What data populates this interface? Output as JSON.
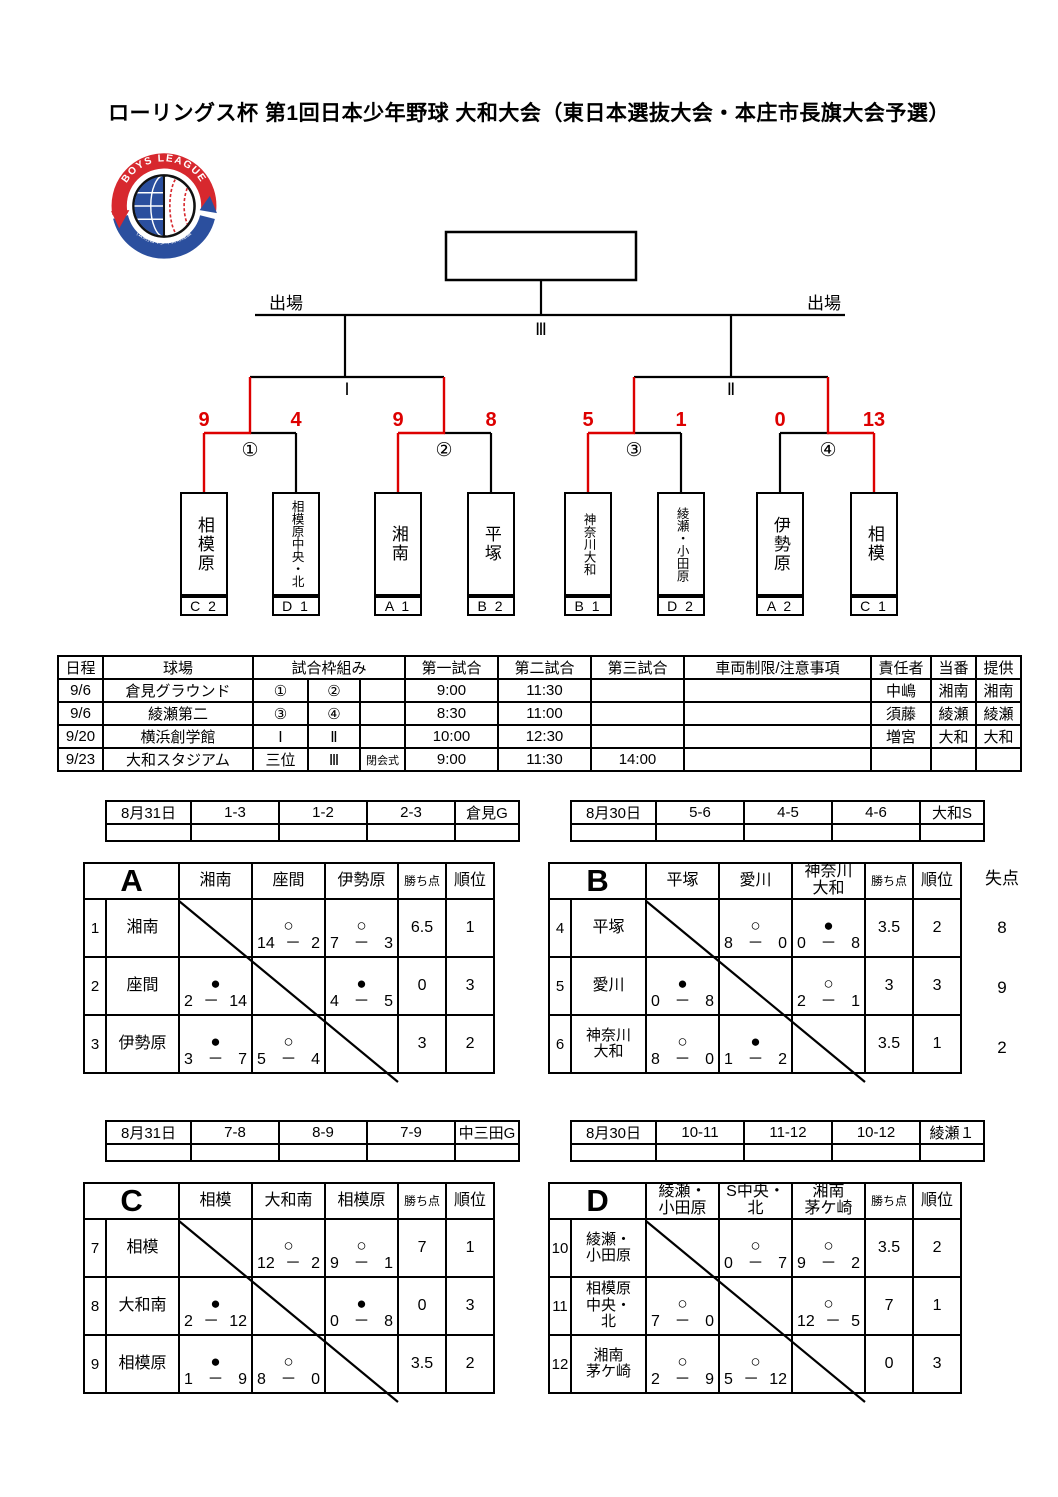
{
  "title": "ローリングス杯 第1回日本少年野球 大和大会（東日本選抜大会・本庄市長旗大会予選）",
  "logo": {
    "top_text": "BOYS LEAGUE",
    "bottom_text": "(公財)日本少年野球連盟"
  },
  "colors": {
    "winner_red": "#dd0000",
    "logo_red": "#d7282e",
    "logo_blue": "#2b4f9e"
  },
  "score_dash": "－",
  "bracket": {
    "entry_left": "出場",
    "entry_right": "出場",
    "final_label": "Ⅲ",
    "semi_left_label": "Ⅰ",
    "semi_right_label": "Ⅱ",
    "matches": [
      {
        "label": "①",
        "left_score": "9",
        "right_score": "4",
        "winner": "left"
      },
      {
        "label": "②",
        "left_score": "9",
        "right_score": "8",
        "winner": "left"
      },
      {
        "label": "③",
        "left_score": "5",
        "right_score": "1",
        "winner": "left"
      },
      {
        "label": "④",
        "left_score": "0",
        "right_score": "13",
        "winner": "right"
      }
    ],
    "teams": [
      {
        "name": "相模原",
        "seed": "C 2"
      },
      {
        "name": "相模原中央・北",
        "seed": "D 1"
      },
      {
        "name": "湘南",
        "seed": "A 1"
      },
      {
        "name": "平塚",
        "seed": "B 2"
      },
      {
        "name": "神奈川大和",
        "seed": "B 1"
      },
      {
        "name": "綾瀬・小田原",
        "seed": "D 2"
      },
      {
        "name": "伊勢原",
        "seed": "A 2"
      },
      {
        "name": "相模",
        "seed": "C 1"
      }
    ]
  },
  "schedule": {
    "headers": [
      "日程",
      "球場",
      "試合枠組み",
      "第一試合",
      "第二試合",
      "第三試合",
      "車両制限/注意事項",
      "責任者",
      "当番",
      "提供"
    ],
    "rows": [
      [
        "9/6",
        "倉見グラウンド",
        "①",
        "②",
        "",
        "9:00",
        "11:30",
        "",
        "",
        "中嶋",
        "湘南",
        "湘南"
      ],
      [
        "9/6",
        "綾瀬第二",
        "③",
        "④",
        "",
        "8:30",
        "11:00",
        "",
        "",
        "須藤",
        "綾瀬",
        "綾瀬"
      ],
      [
        "9/20",
        "横浜創学館",
        "Ⅰ",
        "Ⅱ",
        "",
        "10:00",
        "12:30",
        "",
        "",
        "増宮",
        "大和",
        "大和"
      ],
      [
        "9/23",
        "大和スタジアム",
        "三位",
        "Ⅲ",
        "閉会式",
        "9:00",
        "11:30",
        "14:00",
        "",
        "",
        "",
        ""
      ]
    ]
  },
  "mini_tables": [
    {
      "cells": [
        "8月31日",
        "1-3",
        "1-2",
        "2-3",
        "倉見G"
      ]
    },
    {
      "cells": [
        "8月30日",
        "5-6",
        "4-5",
        "4-6",
        "大和S"
      ]
    },
    {
      "cells": [
        "8月31日",
        "7-8",
        "8-9",
        "7-9",
        "中三田G"
      ]
    },
    {
      "cells": [
        "8月30日",
        "10-11",
        "11-12",
        "10-12",
        "綾瀬１"
      ]
    }
  ],
  "groups": [
    {
      "letter": "A",
      "point_header": "勝ち点",
      "rank_header": "順位",
      "opponents": [
        "湘南",
        "座間",
        "伊勢原"
      ],
      "rows": [
        {
          "no": "1",
          "team": "湘南",
          "results": [
            null,
            {
              "mark": "○",
              "left": "14",
              "right": "2"
            },
            {
              "mark": "○",
              "left": "7",
              "right": "3"
            }
          ],
          "points": "6.5",
          "rank": "1"
        },
        {
          "no": "2",
          "team": "座間",
          "results": [
            {
              "mark": "●",
              "left": "2",
              "right": "14"
            },
            null,
            {
              "mark": "●",
              "left": "4",
              "right": "5"
            }
          ],
          "points": "0",
          "rank": "3"
        },
        {
          "no": "3",
          "team": "伊勢原",
          "results": [
            {
              "mark": "●",
              "left": "3",
              "right": "7"
            },
            {
              "mark": "○",
              "left": "5",
              "right": "4"
            },
            null
          ],
          "points": "3",
          "rank": "2"
        }
      ]
    },
    {
      "letter": "B",
      "point_header": "勝ち点",
      "rank_header": "順位",
      "opponents": [
        "平塚",
        "愛川",
        "神奈川\n大和"
      ],
      "rows": [
        {
          "no": "4",
          "team": "平塚",
          "results": [
            null,
            {
              "mark": "○",
              "left": "8",
              "right": "0"
            },
            {
              "mark": "●",
              "left": "0",
              "right": "8"
            }
          ],
          "points": "3.5",
          "rank": "2"
        },
        {
          "no": "5",
          "team": "愛川",
          "results": [
            {
              "mark": "●",
              "left": "0",
              "right": "8"
            },
            null,
            {
              "mark": "○",
              "left": "2",
              "right": "1"
            }
          ],
          "points": "3",
          "rank": "3"
        },
        {
          "no": "6",
          "team": "神奈川\n大和",
          "results": [
            {
              "mark": "○",
              "left": "8",
              "right": "0"
            },
            {
              "mark": "●",
              "left": "1",
              "right": "2"
            },
            null
          ],
          "points": "3.5",
          "rank": "1"
        }
      ]
    },
    {
      "letter": "C",
      "point_header": "勝ち点",
      "rank_header": "順位",
      "opponents": [
        "相模",
        "大和南",
        "相模原"
      ],
      "rows": [
        {
          "no": "7",
          "team": "相模",
          "results": [
            null,
            {
              "mark": "○",
              "left": "12",
              "right": "2"
            },
            {
              "mark": "○",
              "left": "9",
              "right": "1"
            }
          ],
          "points": "7",
          "rank": "1"
        },
        {
          "no": "8",
          "team": "大和南",
          "results": [
            {
              "mark": "●",
              "left": "2",
              "right": "12"
            },
            null,
            {
              "mark": "●",
              "left": "0",
              "right": "8"
            }
          ],
          "points": "0",
          "rank": "3"
        },
        {
          "no": "9",
          "team": "相模原",
          "results": [
            {
              "mark": "●",
              "left": "1",
              "right": "9"
            },
            {
              "mark": "○",
              "left": "8",
              "right": "0"
            },
            null
          ],
          "points": "3.5",
          "rank": "2"
        }
      ]
    },
    {
      "letter": "D",
      "point_header": "勝ち点",
      "rank_header": "順位",
      "opponents": [
        "綾瀬・\n小田原",
        "S中央・\n北",
        "湘南\n茅ケ崎"
      ],
      "rows": [
        {
          "no": "10",
          "team": "綾瀬・\n小田原",
          "results": [
            null,
            {
              "mark": "○",
              "left": "0",
              "right": "7"
            },
            {
              "mark": "○",
              "left": "9",
              "right": "2"
            }
          ],
          "points": "3.5",
          "rank": "2"
        },
        {
          "no": "11",
          "team": "相模原\n中央・\n北",
          "results": [
            {
              "mark": "○",
              "left": "7",
              "right": "0"
            },
            null,
            {
              "mark": "○",
              "left": "12",
              "right": "5"
            }
          ],
          "points": "7",
          "rank": "1"
        },
        {
          "no": "12",
          "team": "湘南\n茅ケ崎",
          "results": [
            {
              "mark": "○",
              "left": "2",
              "right": "9"
            },
            {
              "mark": "○",
              "left": "5",
              "right": "12"
            },
            null
          ],
          "points": "0",
          "rank": "3"
        }
      ]
    }
  ],
  "runs_against": {
    "header": "失点",
    "values": [
      "8",
      "9",
      "2"
    ]
  }
}
